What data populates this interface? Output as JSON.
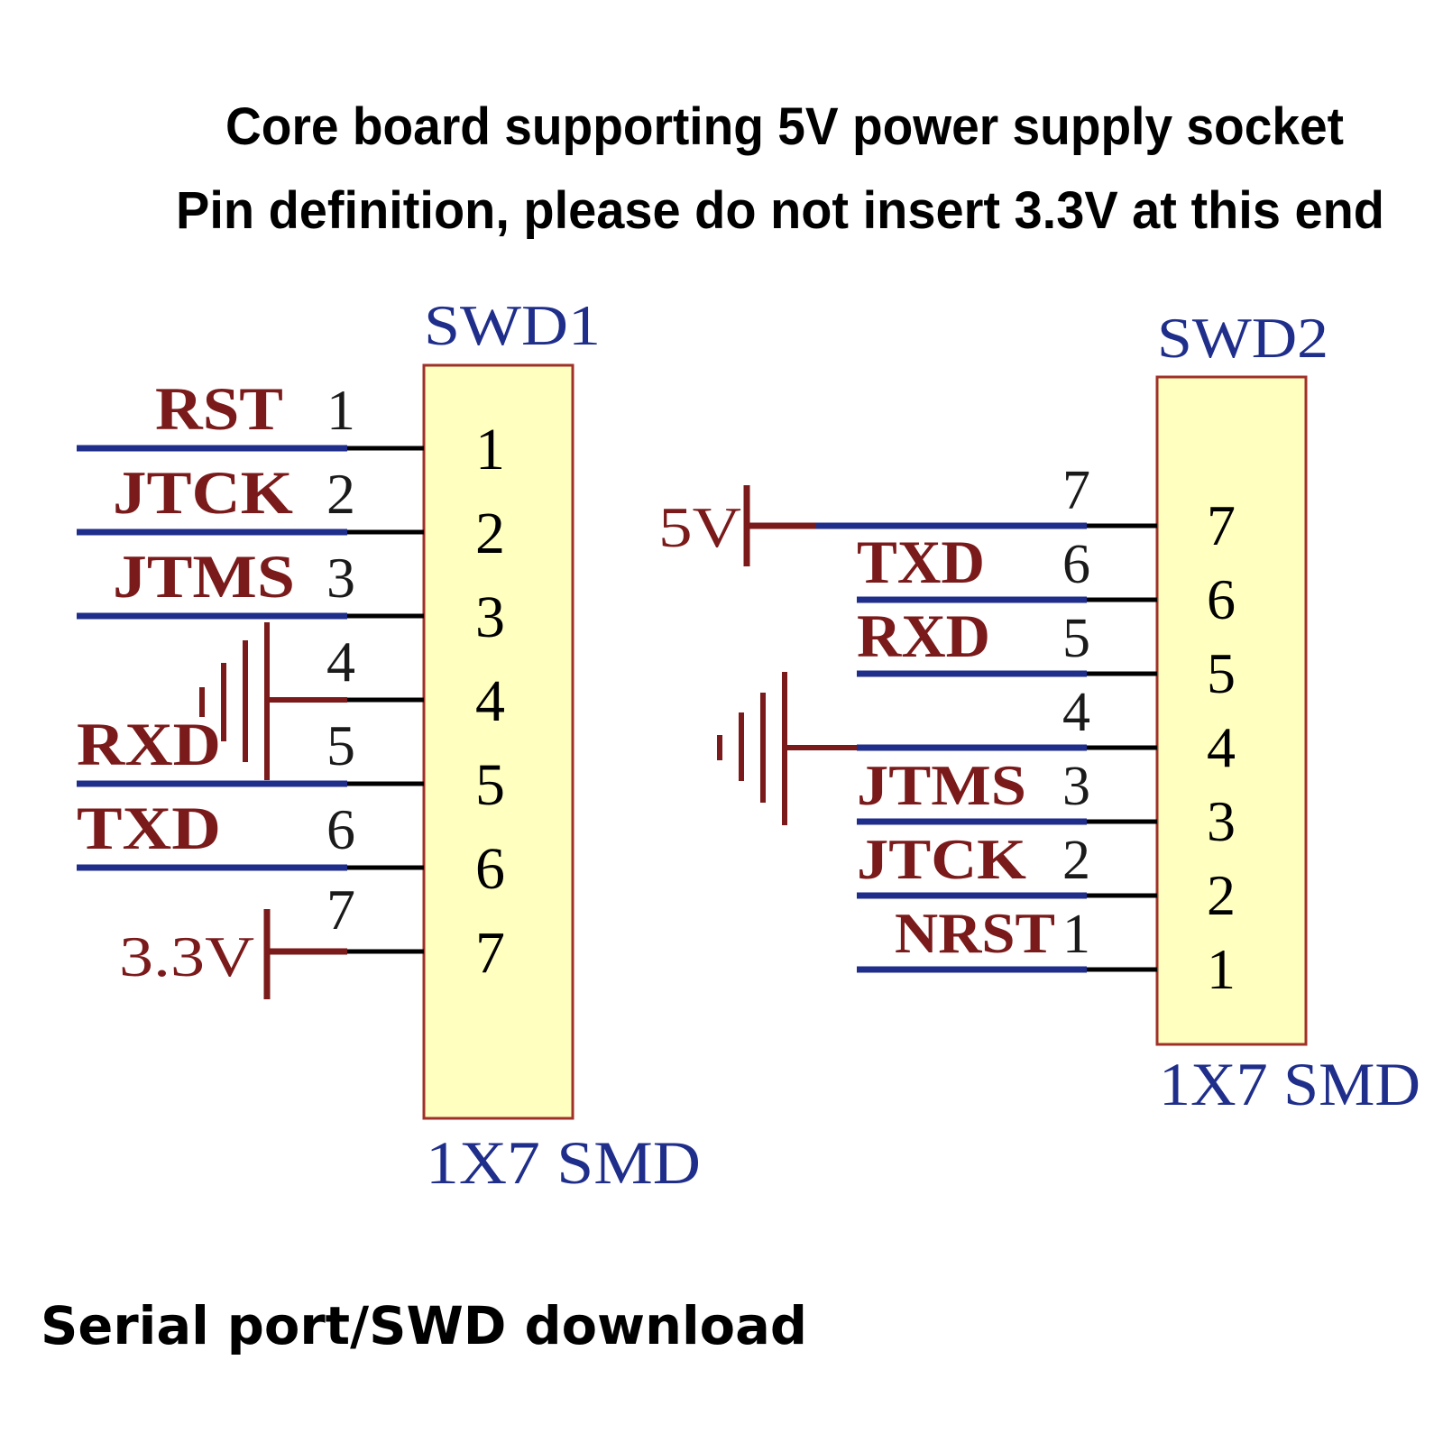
{
  "header": {
    "line1": "Core board supporting 5V power supply socket",
    "line2": "Pin definition, please do not insert 3.3V at this end"
  },
  "footer": {
    "caption": "Serial port/SWD download"
  },
  "colors": {
    "body_fill": "#ffffc0",
    "body_stroke": "#a0302a",
    "wire": "#1f2e8a",
    "pin_line": "#000000",
    "power": "#7a1a1a"
  },
  "swd1": {
    "ref": "SWD1",
    "package": "1X7 SMD",
    "pins": [
      {
        "num": "1",
        "net": "RST"
      },
      {
        "num": "2",
        "net": "JTCK"
      },
      {
        "num": "3",
        "net": "JTMS"
      },
      {
        "num": "4",
        "net": ""
      },
      {
        "num": "5",
        "net": "RXD"
      },
      {
        "num": "6",
        "net": "TXD"
      },
      {
        "num": "7",
        "net": ""
      }
    ],
    "power_label": "3.3V",
    "ground_icon": "ground-icon",
    "power_icon": "power-bar-icon"
  },
  "swd2": {
    "ref": "SWD2",
    "package": "1X7 SMD",
    "pins": [
      {
        "num": "7",
        "net": ""
      },
      {
        "num": "6",
        "net": "TXD"
      },
      {
        "num": "5",
        "net": "RXD"
      },
      {
        "num": "4",
        "net": ""
      },
      {
        "num": "3",
        "net": "JTMS"
      },
      {
        "num": "2",
        "net": "JTCK"
      },
      {
        "num": "1",
        "net": "NRST"
      }
    ],
    "power_label": "5V",
    "ground_icon": "ground-icon",
    "power_icon": "power-bar-icon"
  }
}
